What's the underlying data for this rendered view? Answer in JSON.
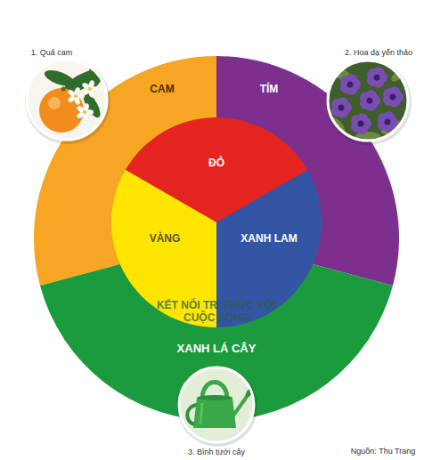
{
  "diagram": {
    "nodes": [
      {
        "text": [
          "1. Quả cam"
        ]
      },
      {
        "text": [
          "CAM"
        ]
      },
      {
        "text": [
          "TÍM"
        ]
      },
      {
        "text": [
          "2. Hoa dạ yến thảo"
        ]
      },
      {
        "text": [
          "ĐỎ"
        ]
      },
      {
        "text": [
          "VÀNG"
        ]
      },
      {
        "text": [
          "XANH LAM"
        ]
      },
      {
        "text": [
          "XANH LÁ CÂY"
        ]
      },
      {
        "text": [
          "3. Bình tưới cây"
        ]
      }
    ],
    "labels": [
      "KẾT NỐI TRI THỨC VỚI CUỘC SỐNG",
      "Nguồn: Thu Trang"
    ]
  }
}
